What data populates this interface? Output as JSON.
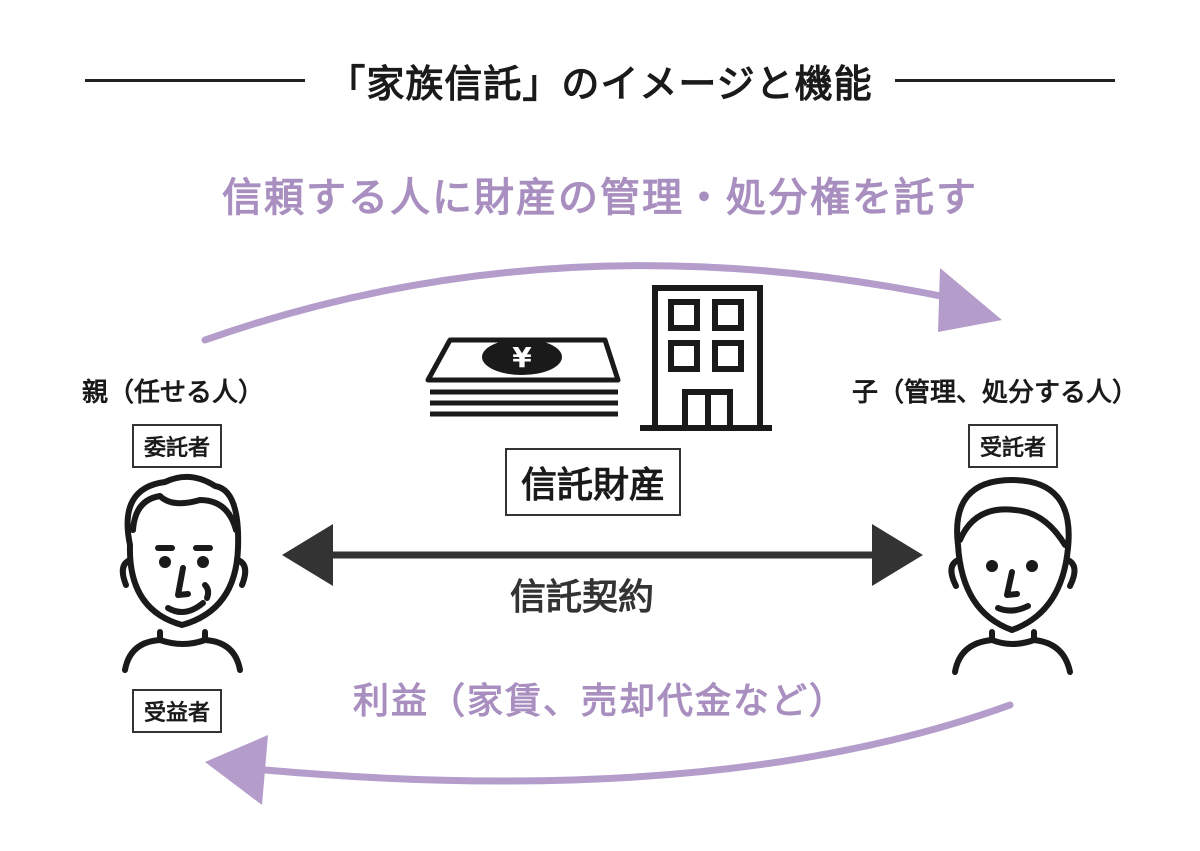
{
  "title": "「家族信託」のイメージと機能",
  "top_caption": "信頼する人に財産の管理・処分権を託す",
  "left_party": {
    "label": "親（任せる人）",
    "role_top": "委託者",
    "role_bottom": "受益者"
  },
  "right_party": {
    "label": "子（管理、処分する人）",
    "role": "受託者"
  },
  "money_symbol": "¥",
  "trust_property": "信託財産",
  "trust_contract": "信託契約",
  "benefit_caption": "利益（家賃、売却代金など）",
  "colors": {
    "accent": "#a98fbf",
    "dark": "#333333",
    "line": "#222222"
  },
  "icons": [
    "yen-money-stack-icon",
    "building-icon",
    "elderly-man-icon",
    "young-person-icon"
  ]
}
